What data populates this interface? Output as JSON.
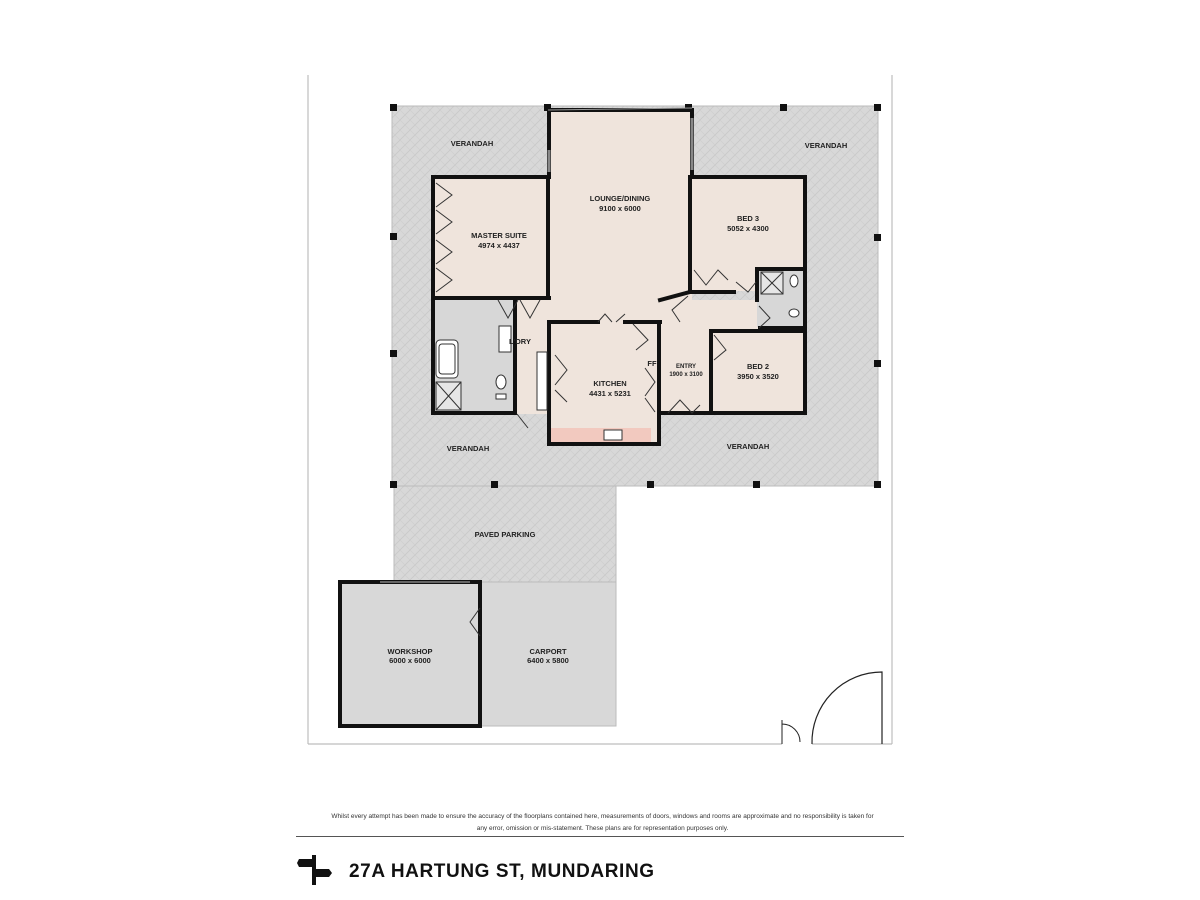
{
  "colors": {
    "wall": "#111111",
    "room_fill": "#efe4dc",
    "outdoor_fill": "#d8d8d8",
    "wet_area_fill": "#d7d7d7",
    "kitchen_bench": "#f2c9bf"
  },
  "rooms": {
    "lounge": {
      "name": "LOUNGE/DINING",
      "dims": "9100 x 6000"
    },
    "master": {
      "name": "MASTER SUITE",
      "dims": "4974 x 4437"
    },
    "bed3": {
      "name": "BED 3",
      "dims": "5052 x 4300"
    },
    "bed2": {
      "name": "BED 2",
      "dims": "3950 x 3520"
    },
    "kitchen": {
      "name": "KITCHEN",
      "dims": "4431 x 5231"
    },
    "entry": {
      "name": "ENTRY",
      "dims": "1900 x 3100"
    },
    "laundry": {
      "name": "L'DRY"
    },
    "ff": {
      "name": "FF"
    },
    "workshop": {
      "name": "WORKSHOP",
      "dims": "6000 x 6000"
    },
    "carport": {
      "name": "CARPORT",
      "dims": "6400 x 5800"
    },
    "paved_parking": {
      "name": "PAVED PARKING"
    }
  },
  "verandahs": {
    "top_left": "VERANDAH",
    "top_right": "VERANDAH",
    "bottom_left": "VERANDAH",
    "bottom_right": "VERANDAH"
  },
  "footer": {
    "disclaimer_line1": "Whilst every attempt has been made to ensure the accuracy of the floorplans contained here, measurements of doors, windows and rooms are approximate and no responsibility is taken for",
    "disclaimer_line2": "any error, omission or mis-statement. These plans are for representation purposes only.",
    "address": "27A HARTUNG ST, MUNDARING",
    "compass_icon": "signpost-icon"
  }
}
